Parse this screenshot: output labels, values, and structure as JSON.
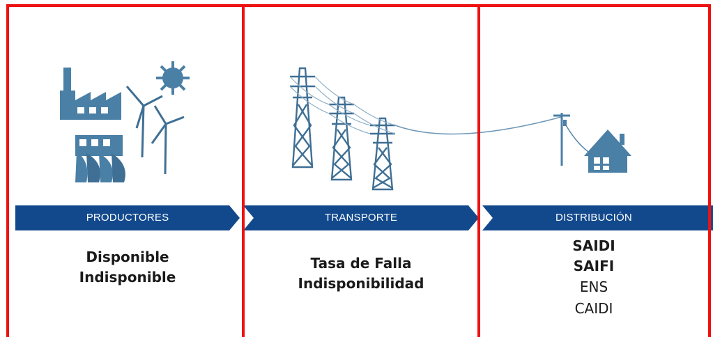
{
  "colors": {
    "divider": "#ee1111",
    "banner": "#12498c",
    "icon": "#4a7fa6",
    "tower": "#3f6f94"
  },
  "sections": [
    {
      "banner": "PRODUCTORES",
      "icon": "factory-wind-solar-hydro-icon",
      "metrics": [
        {
          "text": "Disponible",
          "bold": true
        },
        {
          "text": "Indisponible",
          "bold": true
        }
      ]
    },
    {
      "banner": "TRANSPORTE",
      "icon": "transmission-towers-icon",
      "metrics": [
        {
          "text": "Tasa de Falla",
          "bold": true
        },
        {
          "text": "Indisponibilidad",
          "bold": true
        }
      ]
    },
    {
      "banner": "DISTRIBUCIÓN",
      "icon": "house-utility-pole-icon",
      "metrics": [
        {
          "text": "SAIDI",
          "bold": true
        },
        {
          "text": "SAIFI",
          "bold": true
        },
        {
          "text": "ENS",
          "bold": false
        },
        {
          "text": "CAIDI",
          "bold": false
        }
      ]
    }
  ]
}
